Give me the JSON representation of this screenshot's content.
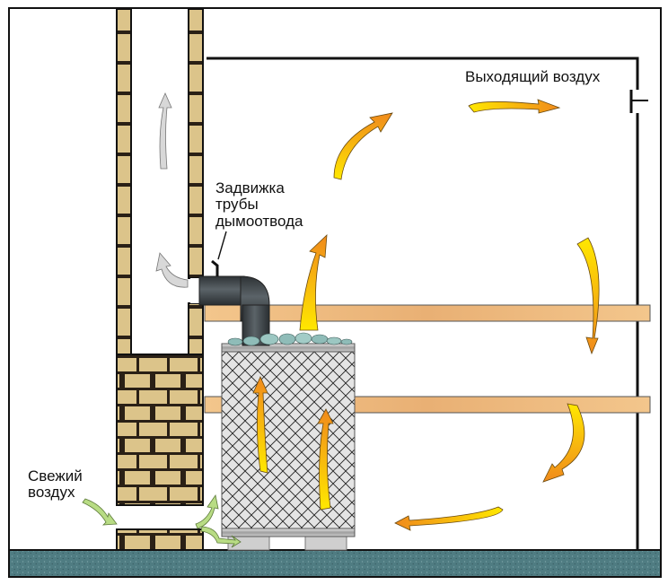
{
  "diagram": {
    "title": "Sauna stove ventilation scheme",
    "labels": {
      "outgoing_air": "Выходящий воздух",
      "damper_line1": "Задвижка",
      "damper_line2": "трубы",
      "damper_line3": "дымоотвода",
      "fresh_air_line1": "Свежий",
      "fresh_air_line2": "воздух"
    },
    "colors": {
      "brick": "#dcc48a",
      "mortar": "#2a2016",
      "shelf_wood": "#f0c48a",
      "floor": "#4f7c82",
      "pipe": "#3e4448",
      "stove_frame": "#bdbdbd",
      "stones": "#8fbcb8",
      "warm_arrow_start": "#ffe800",
      "warm_arrow_end": "#f08a1c",
      "cool_arrow": "#d8d8d8",
      "fresh_arrow": "#b8dc84"
    },
    "components": [
      "chimney",
      "flue-pipe",
      "damper",
      "stove",
      "stones",
      "upper-shelf",
      "lower-shelf",
      "floor",
      "fresh-air-inlet",
      "exhaust-vent"
    ]
  }
}
